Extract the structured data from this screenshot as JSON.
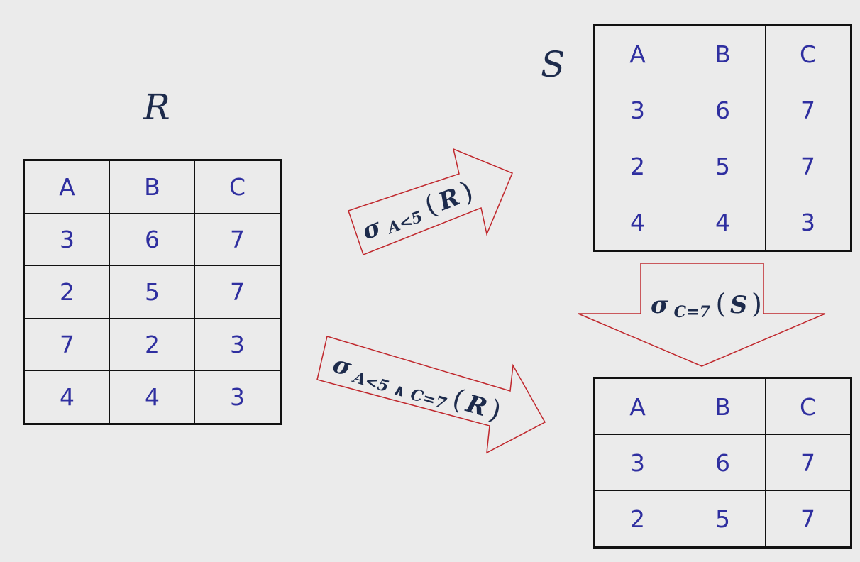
{
  "relations": {
    "R": {
      "name": "R",
      "columns": [
        "A",
        "B",
        "C"
      ],
      "rows": [
        [
          "3",
          "6",
          "7"
        ],
        [
          "2",
          "5",
          "7"
        ],
        [
          "7",
          "2",
          "3"
        ],
        [
          "4",
          "4",
          "3"
        ]
      ]
    },
    "S": {
      "name": "S",
      "columns": [
        "A",
        "B",
        "C"
      ],
      "rows": [
        [
          "3",
          "6",
          "7"
        ],
        [
          "2",
          "5",
          "7"
        ],
        [
          "4",
          "4",
          "3"
        ]
      ]
    },
    "T": {
      "columns": [
        "A",
        "B",
        "C"
      ],
      "rows": [
        [
          "3",
          "6",
          "7"
        ],
        [
          "2",
          "5",
          "7"
        ]
      ]
    }
  },
  "arrows": {
    "r_to_s": {
      "sigma": "σ",
      "condition": "A<5",
      "open": "(",
      "arg": "R",
      "close": ")"
    },
    "s_to_t": {
      "sigma": "σ",
      "condition": "C=7",
      "open": "(",
      "arg": "S",
      "close": ")"
    },
    "r_to_t": {
      "sigma": "σ",
      "condition": "A<5 ∧ C=7",
      "open": "(",
      "arg": "R",
      "close": ")"
    }
  },
  "colors": {
    "arrow_stroke": "#c0282d",
    "cell_text": "#2f2fa0",
    "label_text": "#1d2b4c",
    "background": "#ebebeb"
  }
}
